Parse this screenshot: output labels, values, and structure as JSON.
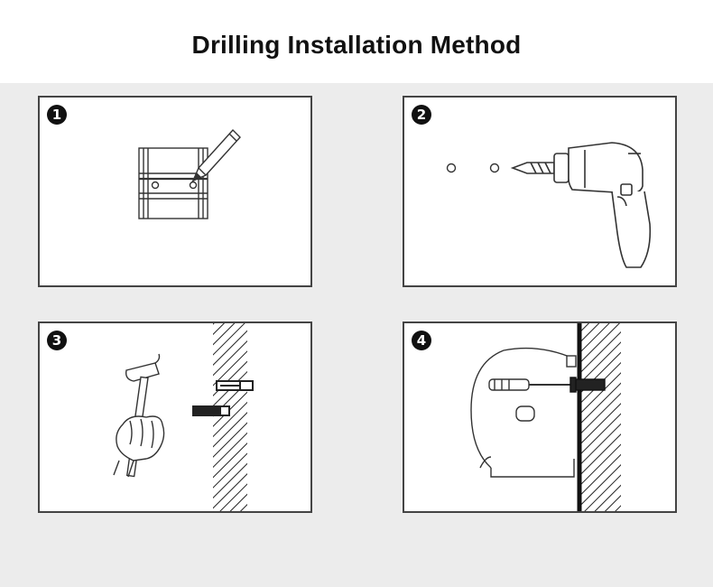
{
  "title": "Drilling Installation Method",
  "steps": [
    {
      "number": "1"
    },
    {
      "number": "2"
    },
    {
      "number": "3"
    },
    {
      "number": "4"
    }
  ]
}
